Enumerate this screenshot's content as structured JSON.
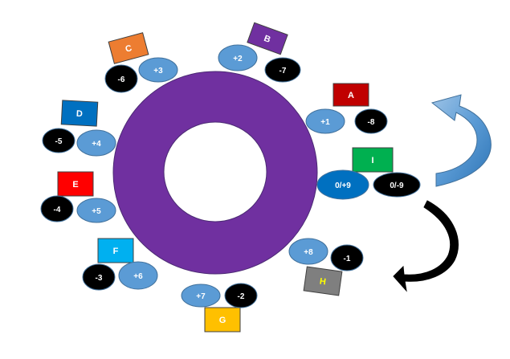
{
  "ring": {
    "color": "#7030A0",
    "stroke": "#4b2a73"
  },
  "nodes": [
    {
      "id": "A",
      "label": "A",
      "box_color": "#C00000",
      "text_color": "#ffffff",
      "pos": "+1",
      "neg": "-8"
    },
    {
      "id": "B",
      "label": "B",
      "box_color": "#7030A0",
      "text_color": "#ffffff",
      "pos": "+2",
      "neg": "-7"
    },
    {
      "id": "C",
      "label": "C",
      "box_color": "#ED7D31",
      "text_color": "#ffffff",
      "pos": "+3",
      "neg": "-6"
    },
    {
      "id": "D",
      "label": "D",
      "box_color": "#0070C0",
      "text_color": "#ffffff",
      "pos": "+4",
      "neg": "-5"
    },
    {
      "id": "E",
      "label": "E",
      "box_color": "#FF0000",
      "text_color": "#ffffff",
      "pos": "+5",
      "neg": "-4"
    },
    {
      "id": "F",
      "label": "F",
      "box_color": "#00B0F0",
      "text_color": "#ffffff",
      "pos": "+6",
      "neg": "-3"
    },
    {
      "id": "G",
      "label": "G",
      "box_color": "#FFC000",
      "text_color": "#ffffff",
      "pos": "+7",
      "neg": "-2"
    },
    {
      "id": "H",
      "label": "H",
      "box_color": "#7F7F7F",
      "text_color": "#FFFF00",
      "pos": "+8",
      "neg": "-1"
    },
    {
      "id": "I",
      "label": "I",
      "box_color": "#00B050",
      "text_color": "#ffffff",
      "pos": "0/+9",
      "neg": "0/-9"
    }
  ],
  "colors": {
    "pos_oval": "#5B9BD5",
    "pos_oval_I": "#0070C0",
    "neg_oval": "#000000"
  },
  "arrows": [
    {
      "name": "counterclockwise-arrow",
      "color": "#5B9BD5"
    },
    {
      "name": "clockwise-arrow",
      "color": "#000000"
    }
  ]
}
